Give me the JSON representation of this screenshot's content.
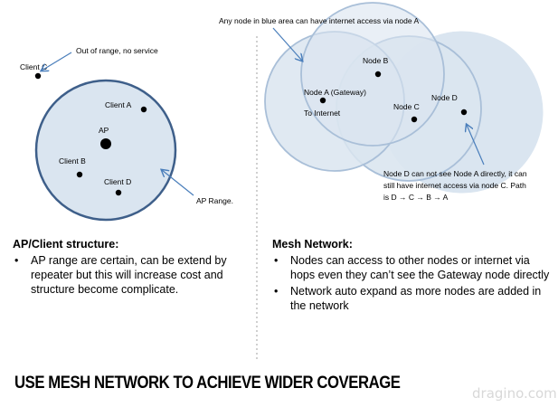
{
  "diagram": {
    "labels": {
      "out_of_range": "Out of range, no service",
      "client_c": "Client C",
      "client_a": "Client A",
      "ap": "AP",
      "client_b": "Client B",
      "client_d": "Client D",
      "ap_range": "AP Range.",
      "blue_area_note": "Any node in blue area can have internet access via node A",
      "node_b": "Node B",
      "node_a": "Node A (Gateway)",
      "to_internet": "To Internet",
      "node_c": "Node C",
      "node_d": "Node D",
      "node_d_note_1": "Node D can not see Node A directly, it can",
      "node_d_note_2": "still have internet access via node C. Path",
      "node_d_note_3": "is D → C → B → A"
    },
    "colors": {
      "area_fill": "#dae5f0",
      "area_stroke": "#a9bfd8",
      "ap_range_fill": "#dae5f0",
      "ap_range_stroke": "#3e5f8a",
      "arrow": "#4a7ebb",
      "divider": "#a0a0a0"
    }
  },
  "left": {
    "title": "AP/Client structure:",
    "bullets": [
      "AP range are certain, can be extend by repeater but this will increase cost and structure become complicate."
    ]
  },
  "right": {
    "title": "Mesh Network:",
    "bullets": [
      "Nodes can access to other nodes or internet via hops even they can’t see the Gateway node directly",
      "Network auto expand as more nodes are added in the network"
    ]
  },
  "footer": {
    "title": "USE MESH NETWORK TO ACHIEVE WIDER COVERAGE",
    "watermark": "dragino.com"
  }
}
